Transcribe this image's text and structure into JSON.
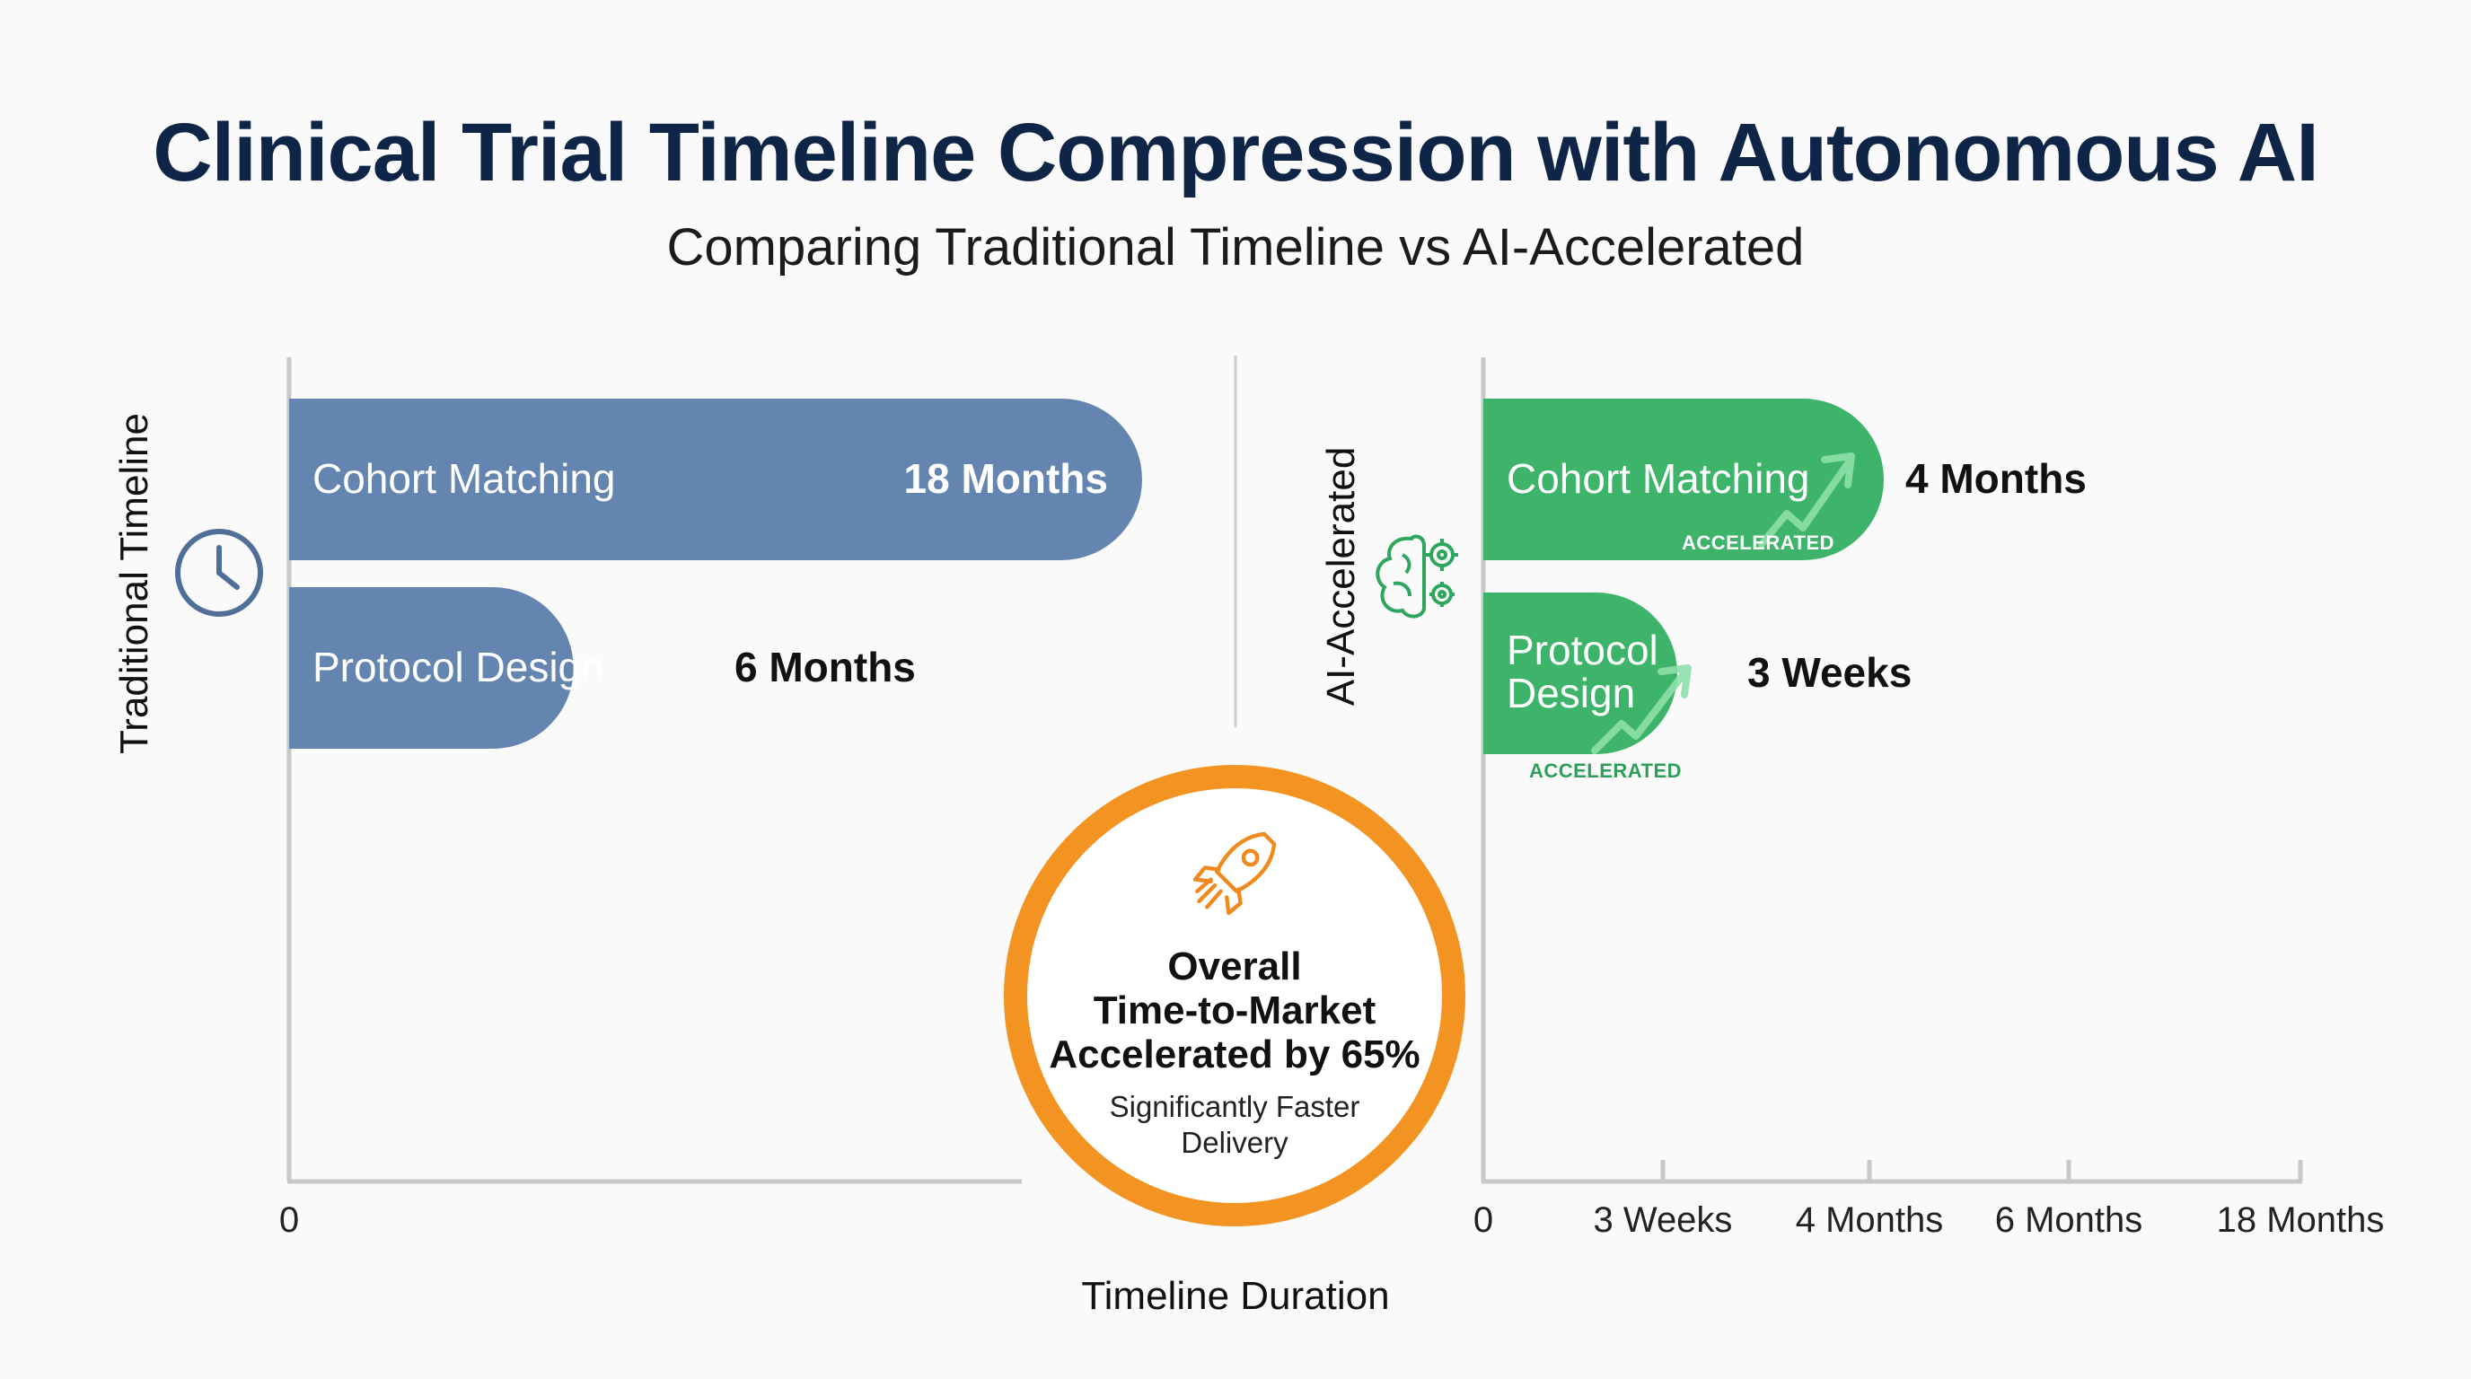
{
  "header": {
    "title": "Clinical Trial Timeline Compression with Autonomous AI",
    "subtitle": "Comparing Traditional Timeline vs AI-Accelerated"
  },
  "colors": {
    "title": "#0f2547",
    "traditional_bar": "#6585b1",
    "ai_bar": "#3db46a",
    "callout_ring": "#f39322",
    "axis": "#c8c8c8"
  },
  "icons": {
    "traditional": "clock-icon",
    "ai": "brain-gears-icon",
    "callout": "rocket-icon",
    "accelerated": "trend-up-arrow-icon"
  },
  "callout": {
    "headline": "Overall\nTime-to-Market\nAccelerated by 65%",
    "subtext": "Significantly Faster\nDelivery"
  },
  "chart_data": [
    {
      "type": "bar",
      "orientation": "horizontal",
      "ylabel": "Traditional Timeline",
      "categories": [
        "Cohort Matching",
        "Protocol Design"
      ],
      "values_months": [
        18,
        6
      ],
      "value_labels": [
        "18 Months",
        "6 Months"
      ],
      "x_ticks": [
        "0"
      ],
      "xlim": [
        0,
        18
      ],
      "color": "#6585b1"
    },
    {
      "type": "bar",
      "orientation": "horizontal",
      "ylabel": "AI-Accelerated",
      "categories": [
        "Cohort Matching",
        "Protocol Design"
      ],
      "values": [
        4,
        0.75
      ],
      "units": "months",
      "value_labels": [
        "4 Months",
        "3 Weeks"
      ],
      "badges": [
        "ACCELERATED",
        "ACCELERATED"
      ],
      "x_ticks": [
        "0",
        "3 Weeks",
        "4 Months",
        "6 Months",
        "18 Months"
      ],
      "x_tick_values": [
        0,
        0.75,
        4,
        6,
        18
      ],
      "x_scale": "non-linear (tick-ordinal)",
      "color": "#3db46a"
    }
  ],
  "shared_xlabel": "Timeline Duration"
}
